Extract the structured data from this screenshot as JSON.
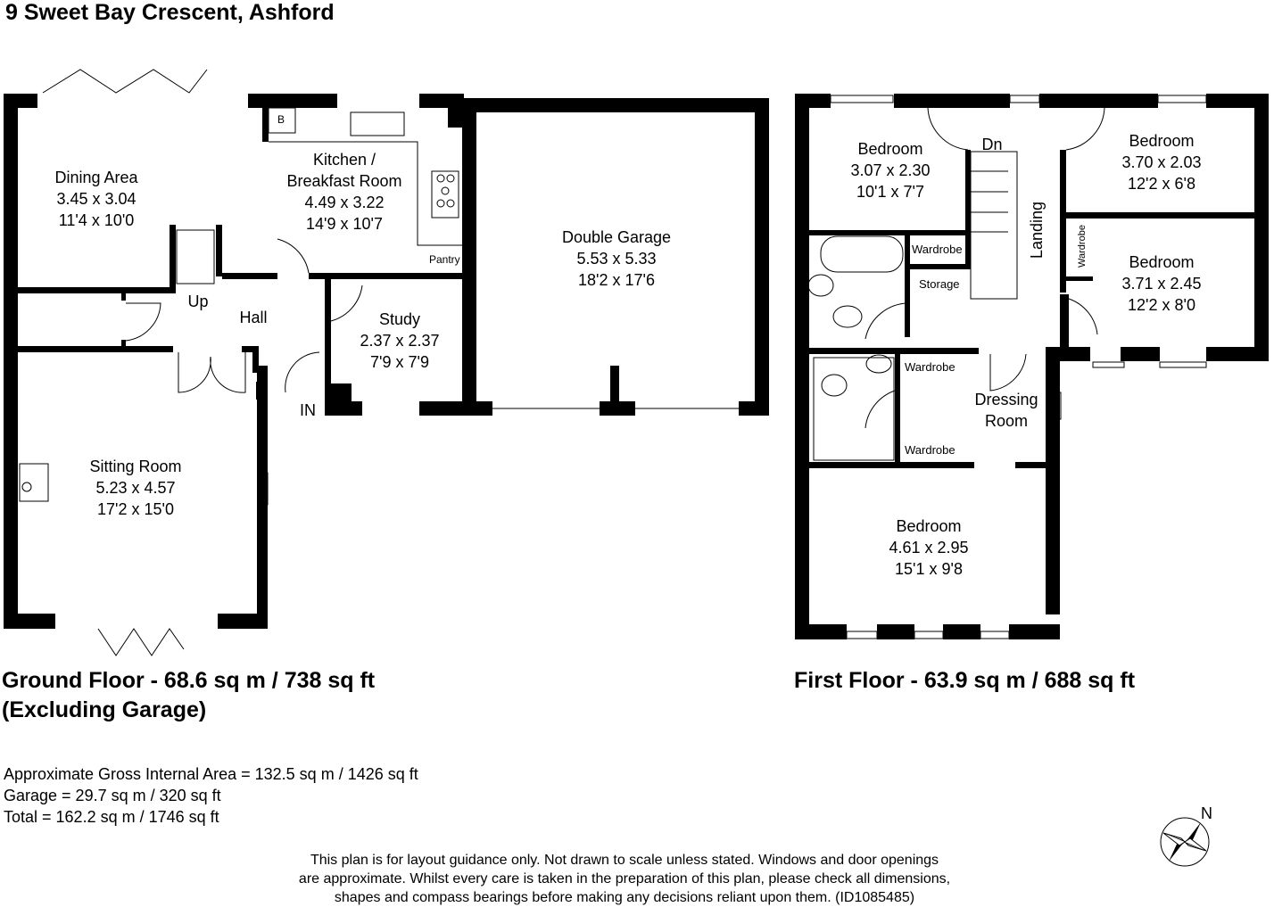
{
  "title": "9 Sweet Bay Crescent, Ashford",
  "ground_floor": {
    "heading_line1": "Ground Floor - 68.6 sq m / 738 sq ft",
    "heading_line2": "(Excluding Garage)",
    "rooms": [
      {
        "name": "Dining Area",
        "metric": "3.45 x 3.04",
        "imperial": "11'4 x 10'0"
      },
      {
        "name": "Kitchen /",
        "name2": "Breakfast Room",
        "metric": "4.49 x 3.22",
        "imperial": "14'9 x 10'7"
      },
      {
        "name": "Double Garage",
        "metric": "5.53 x 5.33",
        "imperial": "18'2 x 17'6"
      },
      {
        "name": "Study",
        "metric": "2.37 x 2.37",
        "imperial": "7'9 x 7'9"
      },
      {
        "name": "Sitting Room",
        "metric": "5.23 x 4.57",
        "imperial": "17'2 x 15'0"
      },
      {
        "name": "Hall"
      }
    ],
    "labels": {
      "up": "Up",
      "in": "IN",
      "pantry": "Pantry",
      "boiler": "B"
    }
  },
  "first_floor": {
    "heading": "First Floor - 63.9 sq m / 688 sq ft",
    "rooms": [
      {
        "name": "Bedroom",
        "metric": "3.07 x 2.30",
        "imperial": "10'1 x 7'7"
      },
      {
        "name": "Bedroom",
        "metric": "3.70 x 2.03",
        "imperial": "12'2 x 6'8"
      },
      {
        "name": "Bedroom",
        "metric": "3.71 x 2.45",
        "imperial": "12'2 x 8'0"
      },
      {
        "name": "Bedroom",
        "metric": "4.61 x 2.95",
        "imperial": "15'1 x 9'8"
      },
      {
        "name": "Dressing",
        "name2": "Room"
      }
    ],
    "labels": {
      "dn": "Dn",
      "landing": "Landing",
      "wardrobe": "Wardrobe",
      "storage": "Storage"
    }
  },
  "areas": {
    "gross": "Approximate Gross Internal Area = 132.5 sq m / 1426 sq ft",
    "garage": "Garage = 29.7 sq m / 320 sq ft",
    "total": "Total = 162.2 sq m / 1746 sq ft"
  },
  "disclaimer": {
    "line1": "This plan is for layout guidance only. Not drawn to scale unless stated. Windows and door openings",
    "line2": "are approximate. Whilst every care is taken in the preparation of this plan, please check all dimensions,",
    "line3": "shapes and compass bearings before making any decisions reliant upon them. (ID1085485)"
  },
  "compass": {
    "north_label": "N"
  }
}
